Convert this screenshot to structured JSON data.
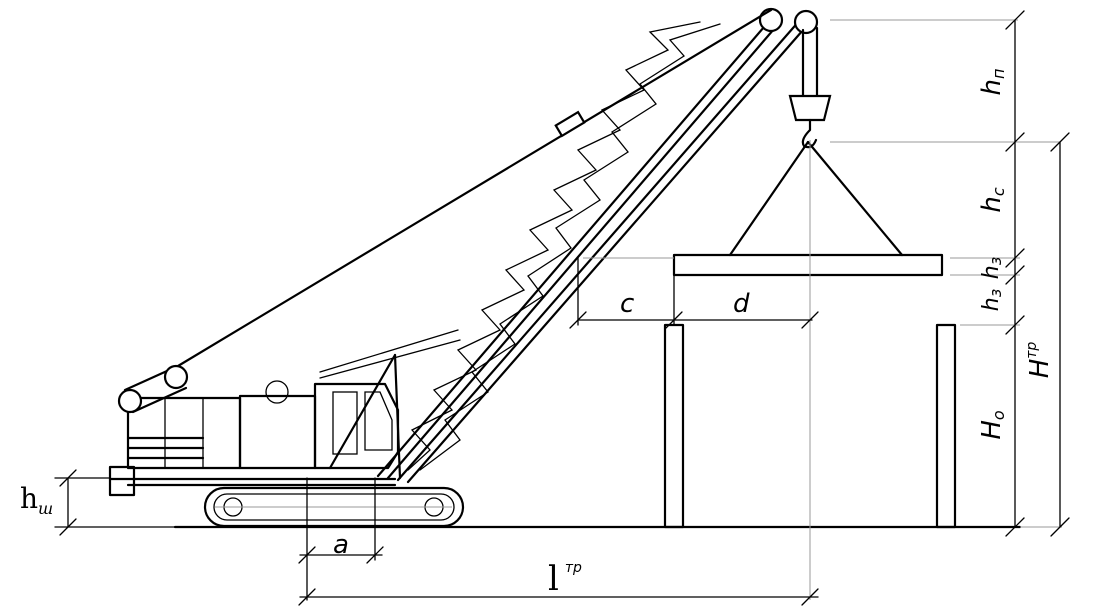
{
  "diagram": {
    "labels": {
      "h_p": "h",
      "h_p_sub": "п",
      "h_c": "h",
      "h_c_sub": "с",
      "h_z1": "h",
      "h_z1_sub": "з",
      "h_z2": "h",
      "h_z2_sub": "з",
      "H_tr": "H",
      "H_tr_sup": "тр",
      "H_o": "H",
      "H_o_sub": "о",
      "h_sh": "h",
      "h_sh_sub": "ш",
      "c": "c",
      "d": "d",
      "a": "a",
      "l_tr": "l",
      "l_tr_sup": "тр"
    }
  }
}
